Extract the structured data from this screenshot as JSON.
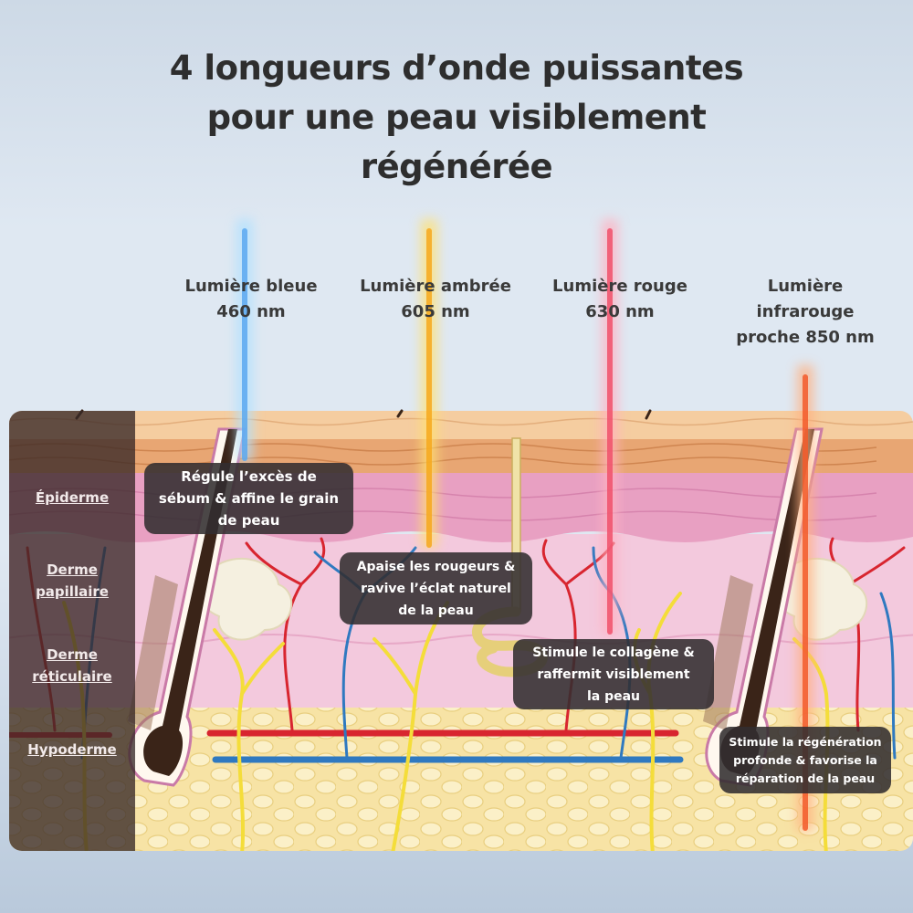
{
  "title": {
    "lines": [
      "4 longueurs d’onde puissantes",
      "pour une peau visiblement",
      "régénérée"
    ]
  },
  "wavelengths": [
    {
      "name_lines": [
        "Lumière bleue",
        "460 nm"
      ],
      "color": "#5aa8f0",
      "glow": "#aee0ff"
    },
    {
      "name_lines": [
        "Lumière ambrée",
        "605 nm"
      ],
      "color": "#f6a81c",
      "glow": "#ffe070"
    },
    {
      "name_lines": [
        "Lumière rouge",
        "630 nm"
      ],
      "color": "#f0506a",
      "glow": "#ffb0c0"
    },
    {
      "name_lines": [
        "Lumière",
        "infrarouge",
        "proche 850 nm"
      ],
      "color": "#f25a2a",
      "glow": "#ffb080"
    }
  ],
  "layers": [
    "Épiderme",
    "Derme papillaire",
    "Derme réticulaire",
    "Hypoderme"
  ],
  "layer_lines": [
    [
      "Épiderme"
    ],
    [
      "Derme",
      "papillaire"
    ],
    [
      "Derme",
      "réticulaire"
    ],
    [
      "Hypoderme"
    ]
  ],
  "callouts": [
    {
      "lines": [
        "Régule l’excès de",
        "sébum & affine le grain",
        "de peau"
      ]
    },
    {
      "lines": [
        "Apaise les rougeurs &",
        "ravive l’éclat naturel",
        "de la peau"
      ]
    },
    {
      "lines": [
        "Stimule le collagène &",
        "raffermit visiblement",
        "la peau"
      ]
    },
    {
      "lines": [
        "Stimule la régénération",
        "profonde & favorise la",
        "réparation de la peau"
      ]
    }
  ],
  "colors": {
    "epidermis_top": "#f5cda0",
    "epidermis_band": "#e8a673",
    "pink_layer": "#e8a0c2",
    "dermis": "#f3c9dd",
    "hypodermis": "#f7e3a5",
    "artery": "#d8252f",
    "vein": "#2f79c0",
    "nerve": "#f4dd3a",
    "hair": "#3a2418"
  }
}
